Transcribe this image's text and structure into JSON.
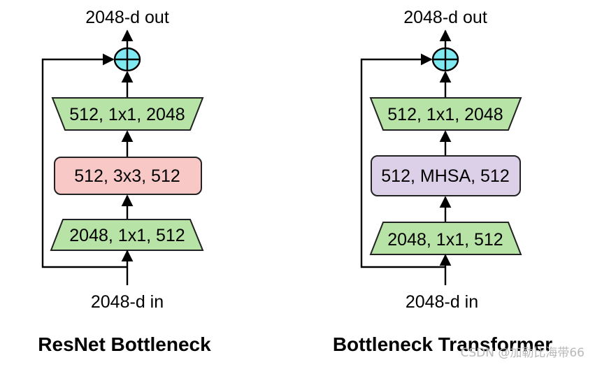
{
  "diagrams": [
    {
      "title": "ResNet Bottleneck",
      "output_label": "2048-d out",
      "input_label": "2048-d in",
      "layers": {
        "top": "512, 1x1, 2048",
        "middle": "512, 3x3, 512",
        "bottom": "2048, 1x1, 512"
      },
      "colors": {
        "projection": "#b8e3a6",
        "middle": "#f7c8c6",
        "sum": "#7fe9f1"
      }
    },
    {
      "title": "Bottleneck Transformer",
      "output_label": "2048-d out",
      "input_label": "2048-d in",
      "layers": {
        "top": "512, 1x1, 2048",
        "middle": "512, MHSA, 512",
        "bottom": "2048, 1x1, 512"
      },
      "colors": {
        "projection": "#b8e3a6",
        "middle": "#dcd0e8",
        "sum": "#7fe9f1"
      }
    }
  ],
  "watermark": "CSDN @加勒比海带66"
}
